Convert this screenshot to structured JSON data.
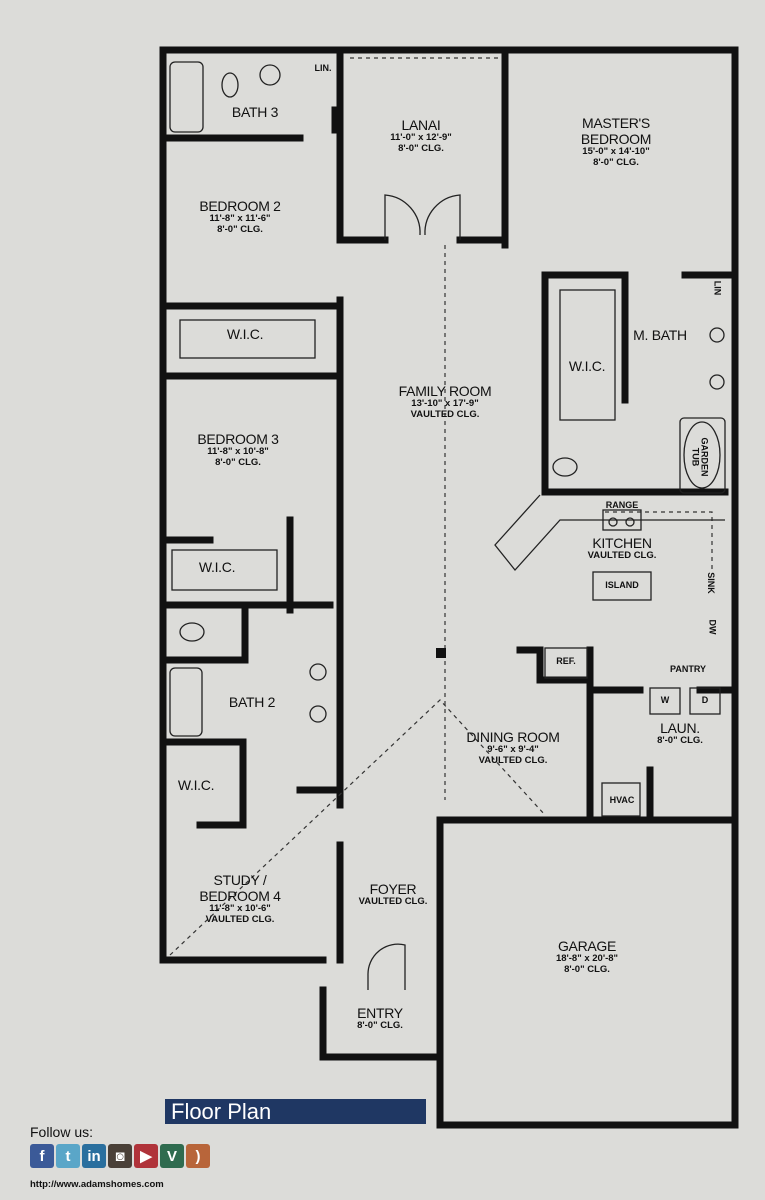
{
  "rooms": {
    "bath3": {
      "name": "BATH 3"
    },
    "lin1": {
      "name": "LIN."
    },
    "lanai": {
      "name": "LANAI",
      "size": "11'-0\" x 12'-9\"",
      "ceiling": "8'-0\" CLG."
    },
    "master": {
      "name1": "MASTER'S",
      "name2": "BEDROOM",
      "size": "15'-0\" x 14'-10\"",
      "ceiling": "8'-0\" CLG."
    },
    "bedroom2": {
      "name": "BEDROOM 2",
      "size": "11'-8\" x 11'-6\"",
      "ceiling": "8'-0\" CLG."
    },
    "wic1": {
      "name": "W.I.C."
    },
    "lin2": {
      "name": "LIN"
    },
    "mbath": {
      "name": "M. BATH"
    },
    "mwic": {
      "name": "W.I.C."
    },
    "family": {
      "name": "FAMILY ROOM",
      "size": "13'-10\" x 17'-9\"",
      "ceiling": "VAULTED CLG."
    },
    "garden_tub": {
      "name1": "GARDEN",
      "name2": "TUB"
    },
    "bedroom3": {
      "name": "BEDROOM 3",
      "size": "11'-8\" x 10'-8\"",
      "ceiling": "8'-0\" CLG."
    },
    "range": {
      "name": "RANGE"
    },
    "kitchen": {
      "name": "KITCHEN",
      "ceiling": "VAULTED CLG."
    },
    "island": {
      "name": "ISLAND"
    },
    "sink": {
      "name": "SINK"
    },
    "dw": {
      "name": "DW"
    },
    "wic2": {
      "name": "W.I.C."
    },
    "bath2": {
      "name": "BATH 2"
    },
    "ref": {
      "name": "REF."
    },
    "pantry": {
      "name": "PANTRY"
    },
    "washer": {
      "name": "W"
    },
    "dryer": {
      "name": "D"
    },
    "dining": {
      "name": "DINING ROOM",
      "size": "9'-6\" x 9'-4\"",
      "ceiling": "VAULTED CLG."
    },
    "laun": {
      "name": "LAUN.",
      "ceiling": "8'-0\" CLG."
    },
    "wic3": {
      "name": "W.I.C."
    },
    "hvac": {
      "name": "HVAC"
    },
    "study": {
      "name1": "STUDY /",
      "name2": "BEDROOM 4",
      "size": "11'-8\" x 10'-6\"",
      "ceiling": "VAULTED CLG."
    },
    "foyer": {
      "name": "FOYER",
      "ceiling": "VAULTED CLG."
    },
    "garage": {
      "name": "GARAGE",
      "size": "18'-8\" x 20'-8\"",
      "ceiling": "8'-0\" CLG."
    },
    "entry": {
      "name": "ENTRY",
      "ceiling": "8'-0\" CLG."
    }
  },
  "footer": {
    "title": "Floor Plan",
    "follow": "Follow us:",
    "social": [
      {
        "icon": "facebook-icon",
        "glyph": "f",
        "color": "#3b5a98"
      },
      {
        "icon": "twitter-icon",
        "glyph": "t",
        "color": "#5aa6c8"
      },
      {
        "icon": "linkedin-icon",
        "glyph": "in",
        "color": "#2a6f9e"
      },
      {
        "icon": "instagram-icon",
        "glyph": "◙",
        "color": "#4a4038"
      },
      {
        "icon": "youtube-icon",
        "glyph": "▶",
        "color": "#b0333a"
      },
      {
        "icon": "vine-icon",
        "glyph": "V",
        "color": "#2f6b4f"
      },
      {
        "icon": "rss-icon",
        "glyph": ")",
        "color": "#b8653a"
      }
    ],
    "url": "http://www.adamshomes.com"
  },
  "colors": {
    "background": "#dcdcd9",
    "wall": "#111111",
    "title_bar": "#1f3763"
  }
}
